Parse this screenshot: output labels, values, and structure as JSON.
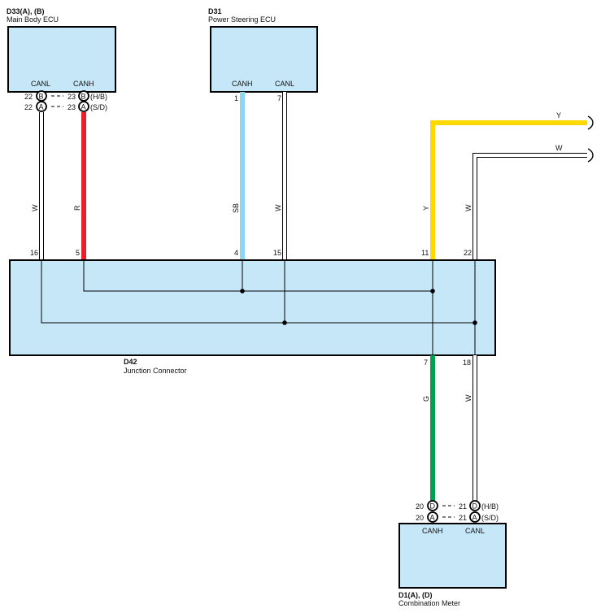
{
  "colors": {
    "box_fill": "#c6e7f7",
    "red": "#e8202a",
    "skyblue": "#8dd6f4",
    "yellow": "#ffd800",
    "green": "#00a14e",
    "white_wire": "#ffffff"
  },
  "d33": {
    "id": "D33(A), (B)",
    "name": "Main Body ECU",
    "pin_canl": "CANL",
    "pin_canh": "CANH",
    "row1": {
      "left_num": "22",
      "left_conn": "B",
      "right_num": "23",
      "right_conn": "B",
      "note": "(H/B)"
    },
    "row2": {
      "left_num": "22",
      "left_conn": "A",
      "right_num": "23",
      "right_conn": "A",
      "note": "(S/D)"
    }
  },
  "d31": {
    "id": "D31",
    "name": "Power Steering ECU",
    "pin_canh": "CANH",
    "pin_canl": "CANL",
    "num_canh": "1",
    "num_canl": "7"
  },
  "wires": {
    "d33_canl_color": "W",
    "d33_canh_color": "R",
    "d31_canh_color": "SB",
    "d31_canl_color": "W",
    "y_color": "Y",
    "w_color": "W",
    "y_top_color": "Y",
    "w_top_color": "W",
    "g_color": "G",
    "w_bottom_color": "W"
  },
  "d42": {
    "id": "D42",
    "name": "Junction Connector",
    "pins_top": [
      "16",
      "5",
      "4",
      "15",
      "11",
      "22"
    ],
    "pins_bottom": [
      "7",
      "18"
    ]
  },
  "d1": {
    "id": "D1(A), (D)",
    "name": "Combination Meter",
    "pin_canh": "CANH",
    "pin_canl": "CANL",
    "row1": {
      "left_num": "20",
      "left_conn": "D",
      "right_num": "21",
      "right_conn": "D",
      "note": "(H/B)"
    },
    "row2": {
      "left_num": "20",
      "left_conn": "A",
      "right_num": "21",
      "right_conn": "A",
      "note": "(S/D)"
    }
  }
}
